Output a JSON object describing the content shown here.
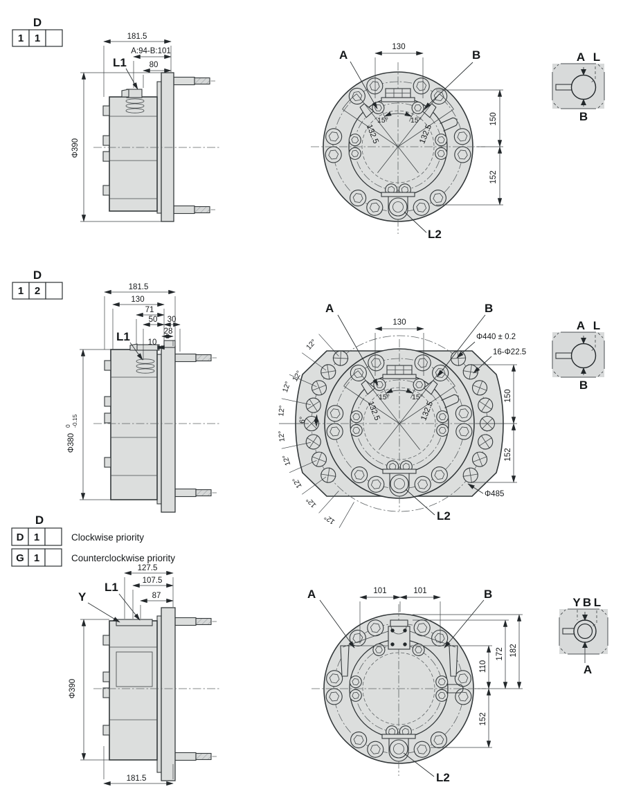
{
  "colors": {
    "body_fill": "#dcdedd",
    "outline": "#33383a",
    "dim_line": "#3a3f42",
    "background": "#ffffff"
  },
  "rows": [
    {
      "code": {
        "heading": "D",
        "cells": [
          "1",
          "1",
          ""
        ]
      },
      "side": {
        "dim_total": "181.5",
        "dim_ab": "A:94-B:101",
        "dim_80": "80",
        "port_l1": "L1",
        "dia": "Φ390"
      },
      "front": {
        "label_a": "A",
        "label_b": "B",
        "dim_130": "130",
        "ang_l": "15°",
        "ang_r": "15°",
        "rad_l": "132.5",
        "rad_r": "132.5",
        "dim_150": "150",
        "dim_152": "152",
        "port_l2": "L2"
      },
      "schematic": {
        "a": "A",
        "l": "L",
        "b": "B"
      }
    },
    {
      "code": {
        "heading": "D",
        "cells": [
          "1",
          "2",
          ""
        ]
      },
      "side": {
        "dim_total": "181.5",
        "dim_130": "130",
        "dim_71": "71",
        "dim_50": "50",
        "dim_30": "30",
        "dim_28": "28",
        "dim_10": "10",
        "port_l1": "L1",
        "dia": "Φ380",
        "tol_hi": "0",
        "tol_lo": "-0.15"
      },
      "front": {
        "label_a": "A",
        "label_b": "B",
        "dim_130": "130",
        "bolt_circle": "Φ440 ± 0.2",
        "holes": "16-Φ22.5",
        "ang_l": "15°",
        "ang_r": "15°",
        "rad_l": "132.5",
        "rad_r": "132.5",
        "dim_150": "150",
        "dim_152": "152",
        "od": "Φ485",
        "port_l2": "L2",
        "angle_12": "12°",
        "angle_6": "6°"
      },
      "schematic": {
        "a": "A",
        "l": "L",
        "b": "B"
      }
    },
    {
      "code": {
        "heading": "D",
        "options": [
          {
            "cells": [
              "D",
              "1",
              ""
            ],
            "label": "Clockwise priority"
          },
          {
            "cells": [
              "G",
              "1",
              ""
            ],
            "label": "Counterclockwise priority"
          }
        ]
      },
      "side": {
        "dim_127": "127.5",
        "dim_107": "107.5",
        "dim_87": "87",
        "port_y": "Y",
        "port_l1": "L1",
        "dia": "Φ390",
        "dim_bottom": "181.5"
      },
      "front": {
        "label_a": "A",
        "label_b": "B",
        "dim_101l": "101",
        "dim_101r": "101",
        "dim_182": "182",
        "dim_172": "172",
        "dim_110": "110",
        "dim_152": "152",
        "port_l2": "L2"
      },
      "schematic": {
        "y": "Y",
        "b_top": "B",
        "l": "L",
        "a": "A"
      }
    }
  ]
}
